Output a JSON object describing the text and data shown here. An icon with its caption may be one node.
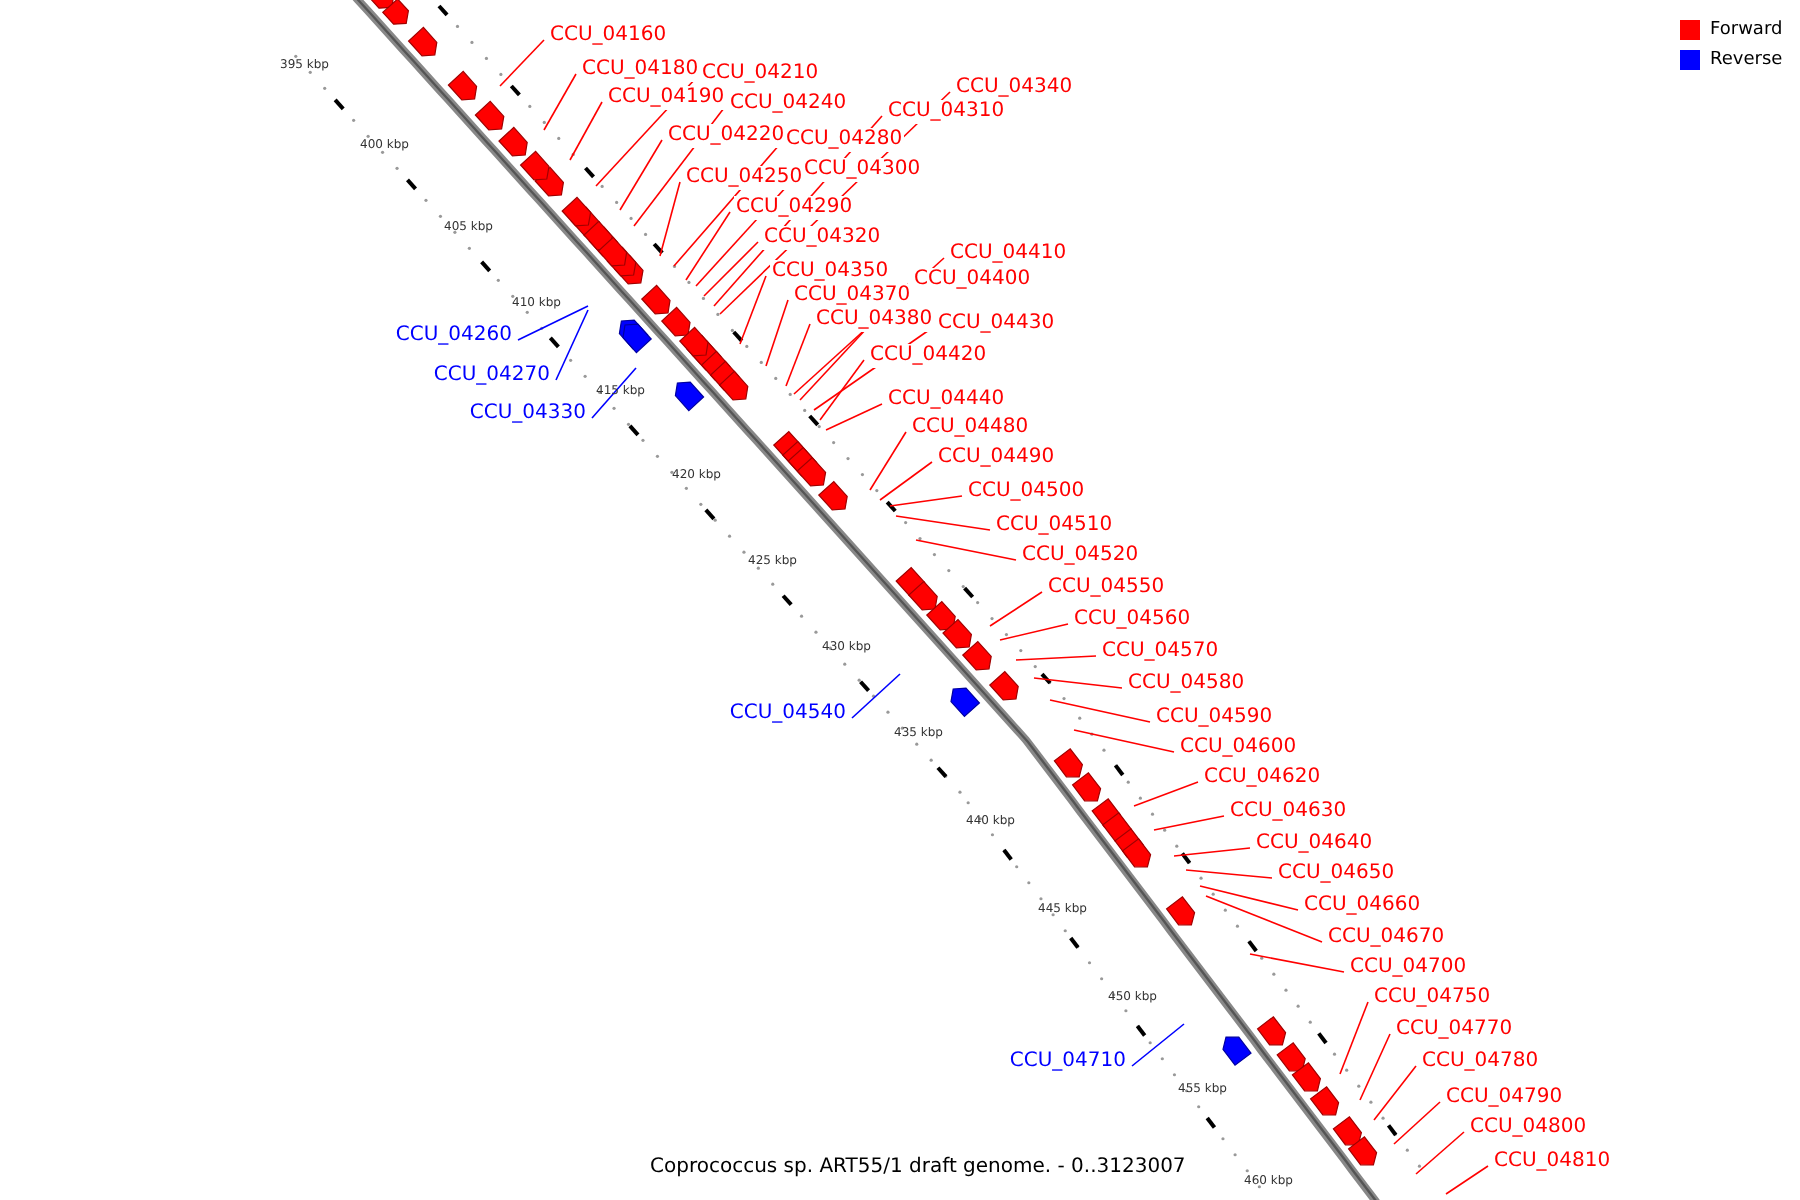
{
  "diagram": {
    "caption": "Coprococcus sp. ART55/1 draft genome. - 0..3123007",
    "nodes": [
      {
        "text": [
          "CCU_04160"
        ]
      },
      {
        "text": [
          "CCU_04180"
        ]
      },
      {
        "text": [
          "CCU_04210"
        ]
      },
      {
        "text": [
          "CCU_04340"
        ]
      },
      {
        "text": [
          "CCU_04190"
        ]
      },
      {
        "text": [
          "CCU_04240"
        ]
      },
      {
        "text": [
          "CCU_04310"
        ]
      },
      {
        "text": [
          "CCU_04220"
        ]
      },
      {
        "text": [
          "CCU_04280"
        ]
      },
      {
        "text": [
          "CCU_04300"
        ]
      },
      {
        "text": [
          "CCU_04250"
        ]
      },
      {
        "text": [
          "CCU_04290"
        ]
      },
      {
        "text": [
          "CCU_04320"
        ]
      },
      {
        "text": [
          "CCU_04410"
        ]
      },
      {
        "text": [
          "CCU_04350"
        ]
      },
      {
        "text": [
          "CCU_04400"
        ]
      },
      {
        "text": [
          "CCU_04370"
        ]
      },
      {
        "text": [
          "CCU_04380"
        ]
      },
      {
        "text": [
          "CCU_04430"
        ]
      },
      {
        "text": [
          "CCU_04260"
        ]
      },
      {
        "text": [
          "CCU_04420"
        ]
      },
      {
        "text": [
          "CCU_04270"
        ]
      },
      {
        "text": [
          "CCU_04440"
        ]
      },
      {
        "text": [
          "CCU_04330"
        ]
      },
      {
        "text": [
          "CCU_04480"
        ]
      },
      {
        "text": [
          "CCU_04490"
        ]
      },
      {
        "text": [
          "CCU_04500"
        ]
      },
      {
        "text": [
          "CCU_04510"
        ]
      },
      {
        "text": [
          "CCU_04520"
        ]
      },
      {
        "text": [
          "CCU_04550"
        ]
      },
      {
        "text": [
          "CCU_04560"
        ]
      },
      {
        "text": [
          "CCU_04570"
        ]
      },
      {
        "text": [
          "CCU_04580"
        ]
      },
      {
        "text": [
          "CCU_04540"
        ]
      },
      {
        "text": [
          "CCU_04590"
        ]
      },
      {
        "text": [
          "CCU_04600"
        ]
      },
      {
        "text": [
          "CCU_04620"
        ]
      },
      {
        "text": [
          "CCU_04630"
        ]
      },
      {
        "text": [
          "CCU_04640"
        ]
      },
      {
        "text": [
          "CCU_04650"
        ]
      },
      {
        "text": [
          "CCU_04660"
        ]
      },
      {
        "text": [
          "CCU_04670"
        ]
      },
      {
        "text": [
          "CCU_04700"
        ]
      },
      {
        "text": [
          "CCU_04750"
        ]
      },
      {
        "text": [
          "CCU_04770"
        ]
      },
      {
        "text": [
          "CCU_04710"
        ]
      },
      {
        "text": [
          "CCU_04780"
        ]
      },
      {
        "text": [
          "CCU_04790"
        ]
      },
      {
        "text": [
          "CCU_04800"
        ]
      },
      {
        "text": [
          "CCU_04810"
        ]
      }
    ],
    "edges": [
      {
        "from": 0,
        "to": null,
        "arrow": "none"
      },
      {
        "from": 1,
        "to": null,
        "arrow": "none"
      },
      {
        "from": 2,
        "to": null,
        "arrow": "none"
      },
      {
        "from": 3,
        "to": null,
        "arrow": "none"
      },
      {
        "from": 4,
        "to": null,
        "arrow": "none"
      },
      {
        "from": 5,
        "to": null,
        "arrow": "none"
      },
      {
        "from": 6,
        "to": null,
        "arrow": "none"
      },
      {
        "from": 7,
        "to": null,
        "arrow": "none"
      },
      {
        "from": 8,
        "to": null,
        "arrow": "none"
      },
      {
        "from": 9,
        "to": null,
        "arrow": "none"
      },
      {
        "from": 10,
        "to": null,
        "arrow": "none"
      },
      {
        "from": 11,
        "to": null,
        "arrow": "none"
      },
      {
        "from": 12,
        "to": null,
        "arrow": "none"
      },
      {
        "from": 13,
        "to": null,
        "arrow": "none"
      },
      {
        "from": 14,
        "to": null,
        "arrow": "none"
      },
      {
        "from": 15,
        "to": null,
        "arrow": "none"
      },
      {
        "from": 16,
        "to": null,
        "arrow": "none"
      },
      {
        "from": 17,
        "to": null,
        "arrow": "none"
      },
      {
        "from": 18,
        "to": null,
        "arrow": "none"
      },
      {
        "from": 19,
        "to": null,
        "arrow": "none",
        "color": "#0000ff"
      },
      {
        "from": 20,
        "to": null,
        "arrow": "none"
      },
      {
        "from": 21,
        "to": null,
        "arrow": "none",
        "color": "#0000ff"
      },
      {
        "from": 22,
        "to": null,
        "arrow": "none"
      },
      {
        "from": 23,
        "to": null,
        "arrow": "none",
        "color": "#0000ff"
      },
      {
        "from": 24,
        "to": null,
        "arrow": "none"
      },
      {
        "from": 25,
        "to": null,
        "arrow": "none"
      },
      {
        "from": 26,
        "to": null,
        "arrow": "none"
      },
      {
        "from": 27,
        "to": null,
        "arrow": "none"
      },
      {
        "from": 28,
        "to": null,
        "arrow": "none"
      },
      {
        "from": 29,
        "to": null,
        "arrow": "none"
      },
      {
        "from": 30,
        "to": null,
        "arrow": "none"
      },
      {
        "from": 31,
        "to": null,
        "arrow": "none"
      },
      {
        "from": 32,
        "to": null,
        "arrow": "none"
      },
      {
        "from": 33,
        "to": null,
        "arrow": "none",
        "color": "#0000ff"
      },
      {
        "from": 34,
        "to": null,
        "arrow": "none"
      },
      {
        "from": 35,
        "to": null,
        "arrow": "none"
      },
      {
        "from": 36,
        "to": null,
        "arrow": "none"
      },
      {
        "from": 37,
        "to": null,
        "arrow": "none"
      },
      {
        "from": 38,
        "to": null,
        "arrow": "none"
      },
      {
        "from": 39,
        "to": null,
        "arrow": "none"
      },
      {
        "from": 40,
        "to": null,
        "arrow": "none"
      },
      {
        "from": 41,
        "to": null,
        "arrow": "none"
      },
      {
        "from": 42,
        "to": null,
        "arrow": "none"
      },
      {
        "from": 43,
        "to": null,
        "arrow": "none"
      },
      {
        "from": 44,
        "to": null,
        "arrow": "none"
      },
      {
        "from": 45,
        "to": null,
        "arrow": "none",
        "color": "#0000ff"
      },
      {
        "from": 46,
        "to": null,
        "arrow": "none"
      },
      {
        "from": 47,
        "to": null,
        "arrow": "none"
      },
      {
        "from": 48,
        "to": null,
        "arrow": "none"
      },
      {
        "from": 49,
        "to": null,
        "arrow": "none"
      }
    ],
    "labels": [
      "395 kbp",
      "400 kbp",
      "405 kbp",
      "410 kbp",
      "415 kbp",
      "420 kbp",
      "425 kbp",
      "430 kbp",
      "435 kbp",
      "440 kbp",
      "445 kbp",
      "450 kbp",
      "455 kbp",
      "460 kbp"
    ],
    "legend": [
      {
        "text": "Forward",
        "color": "#ff0000"
      },
      {
        "text": "Reverse",
        "color": "#0000ff"
      }
    ]
  }
}
